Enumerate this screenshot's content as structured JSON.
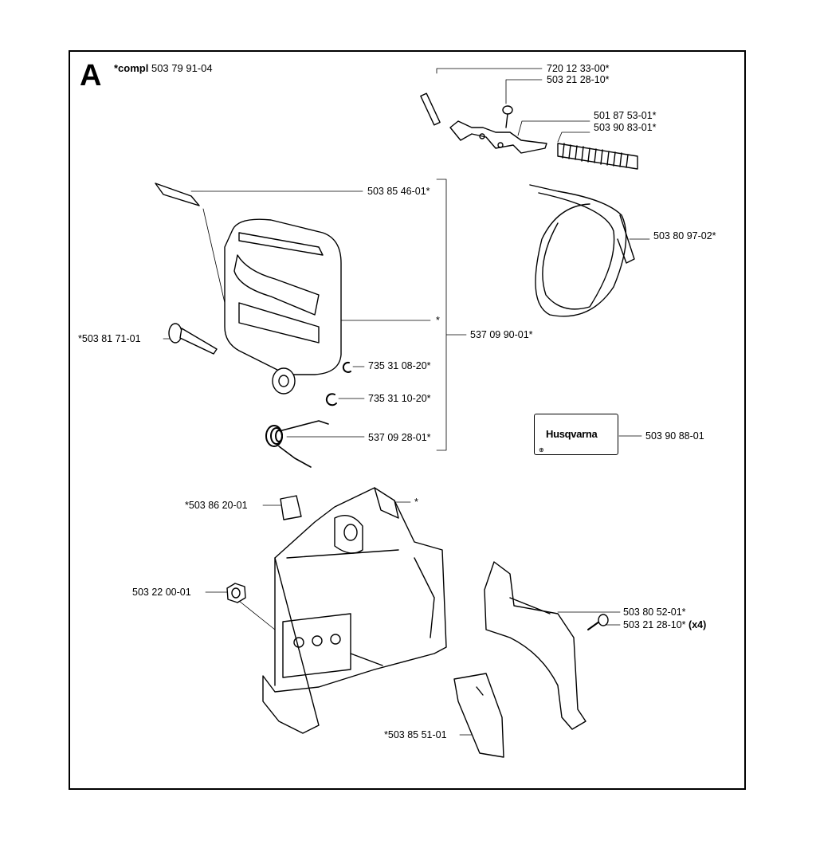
{
  "section": {
    "letter": "A",
    "compl_prefix": "*compl",
    "compl_number": "503 79 91-04"
  },
  "logo": {
    "text": "Husqvarna"
  },
  "labels": {
    "p1": "720 12 33-00*",
    "p2": "503 21 28-10*",
    "p3": "501 87 53-01*",
    "p4": "503 90 83-01*",
    "p5": "503 85 46-01*",
    "p6": "503 80 97-02*",
    "p7": "*",
    "p8": "537 09 90-01*",
    "p9": "*503 81 71-01",
    "p10": "735 31 08-20*",
    "p11": "735 31 10-20*",
    "p12": "537 09 28-01*",
    "p13": "503 90 88-01",
    "p14": "*503 86 20-01",
    "p15": "*",
    "p16": "503 22 00-01",
    "p17": "503 80 52-01*",
    "p18": "503 21 28-10*",
    "p18_suffix": "(x4)",
    "p19": "*503 85 51-01"
  }
}
